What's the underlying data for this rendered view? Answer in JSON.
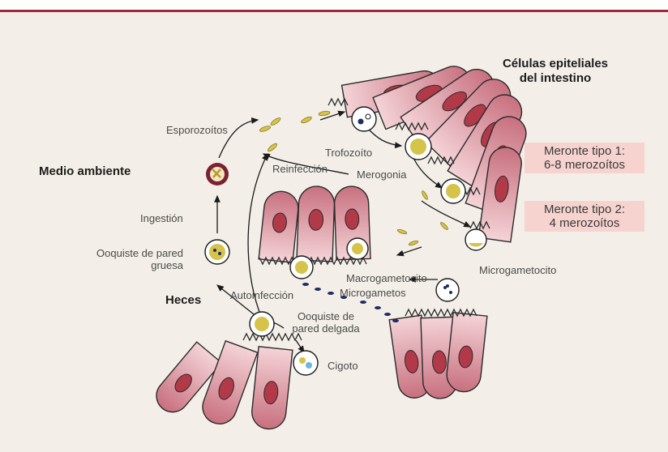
{
  "labels": {
    "celulas": [
      "Células epiteliales",
      "del intestino"
    ],
    "medio": "Medio ambiente",
    "heces": "Heces",
    "esporozoitos": "Esporozoítos",
    "reinfeccion": "Reinfección",
    "trofozoito": "Trofozoíto",
    "merogonia": "Merogonia",
    "ingestion": "Ingestión",
    "ooq_gruesa": [
      "Ooquiste de pared",
      "gruesa"
    ],
    "autoinfeccion": "Autoinfección",
    "macrogametocito": "Macrogametocito",
    "microgametos": "Microgametos",
    "microgametocito": "Microgametocito",
    "ooq_delgada": [
      "Ooquiste de",
      "pared delgada"
    ],
    "cigoto": "Cigoto"
  },
  "boxes": {
    "meronte1": [
      "Meronte tipo 1:",
      "6-8 merozoítos"
    ],
    "meronte2": [
      "Meronte tipo 2:",
      "4 merozoítos"
    ]
  },
  "colors": {
    "background": "#f3efe8",
    "top_rule": "#a2283e",
    "cell_fill": "#e7aab2",
    "cell_stroke": "#2a2a2a",
    "nucleus": "#b23a48",
    "box_fill": "#f6d3cf",
    "parasite": "#d6c34a",
    "gamete": "#1f2c66"
  }
}
